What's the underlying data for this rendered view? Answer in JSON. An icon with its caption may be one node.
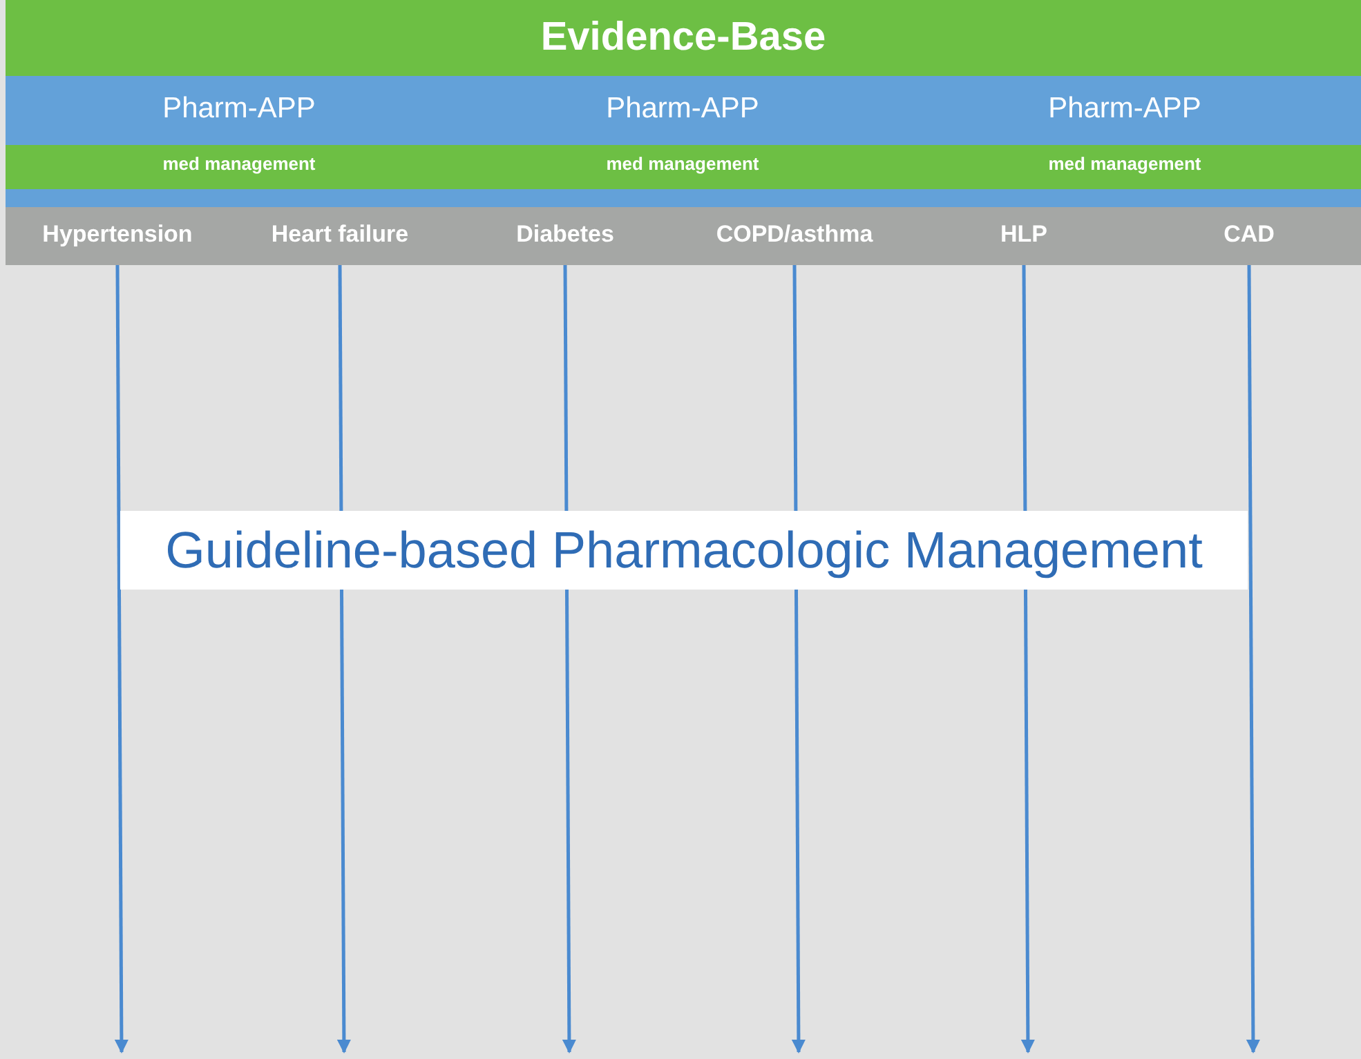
{
  "diagram": {
    "nodes": [
      {
        "text": [
          "Evidence-Base"
        ]
      },
      {
        "text": [
          "Pharm-APP",
          "Pharm-APP",
          "Pharm-APP"
        ]
      },
      {
        "text": [
          "med management",
          "med management",
          "med management"
        ]
      },
      {
        "text": [],
        "shape": "bar"
      },
      {
        "text": [
          "Hypertension"
        ],
        "in": 3
      },
      {
        "text": [
          "Heart failure"
        ],
        "in": 3
      },
      {
        "text": [
          "Diabetes"
        ],
        "in": 3
      },
      {
        "text": [
          "COPD/asthma"
        ],
        "in": 3
      },
      {
        "text": [
          "HLP"
        ],
        "in": 3
      },
      {
        "text": [
          "CAD"
        ],
        "in": 3
      },
      {
        "text": [
          "Guideline-based Pharmacologic Management"
        ]
      }
    ],
    "edges": [
      {
        "from": 4,
        "to": null,
        "arrow": "to"
      },
      {
        "from": 5,
        "to": null,
        "arrow": "to"
      },
      {
        "from": 6,
        "to": null,
        "arrow": "to"
      },
      {
        "from": 7,
        "to": null,
        "arrow": "to"
      },
      {
        "from": 8,
        "to": null,
        "arrow": "to"
      },
      {
        "from": 9,
        "to": null,
        "arrow": "to"
      }
    ]
  }
}
